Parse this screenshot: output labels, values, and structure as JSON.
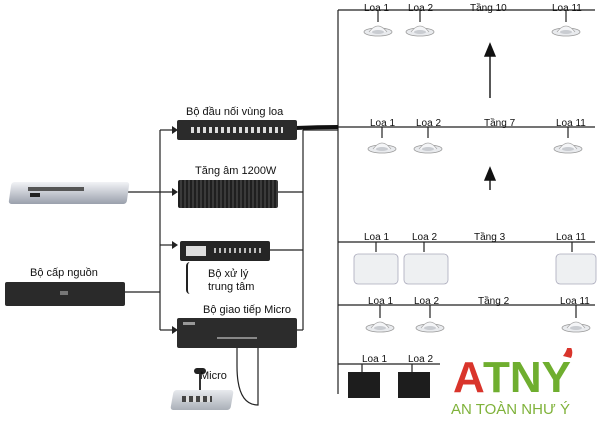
{
  "devices": {
    "zone_connector": "Bộ đầu nối vùng loa",
    "amplifier": "Tăng âm 1200W",
    "processor_line1": "Bộ xử lý",
    "processor_line2": "trung tâm",
    "power_supply": "Bộ cấp nguồn",
    "micro_interface": "Bộ giao tiếp Micro",
    "micro": "Micro"
  },
  "floors": {
    "f10": {
      "label": "Tầng 10",
      "loa1": "Loa 1",
      "loa2": "Loa 2",
      "loa11": "Loa 11"
    },
    "f7": {
      "label": "Tầng 7",
      "loa1": "Loa 1",
      "loa2": "Loa 2",
      "loa11": "Loa 11"
    },
    "f3": {
      "label": "Tầng 3",
      "loa1": "Loa 1",
      "loa2": "Loa 2",
      "loa11": "Loa 11"
    },
    "f2": {
      "label": "Tầng 2",
      "loa1": "Loa 1",
      "loa2": "Loa 2",
      "loa11": "Loa 11"
    },
    "f1": {
      "loa1": "Loa 1",
      "loa2": "Loa 2"
    }
  },
  "logo": {
    "brand": "ATNY",
    "tagline": "AN TOÀN NHƯ Ý",
    "colors": {
      "red": "#d9342b",
      "green": "#6fae2f",
      "wordmark": "#7fb23a"
    }
  }
}
